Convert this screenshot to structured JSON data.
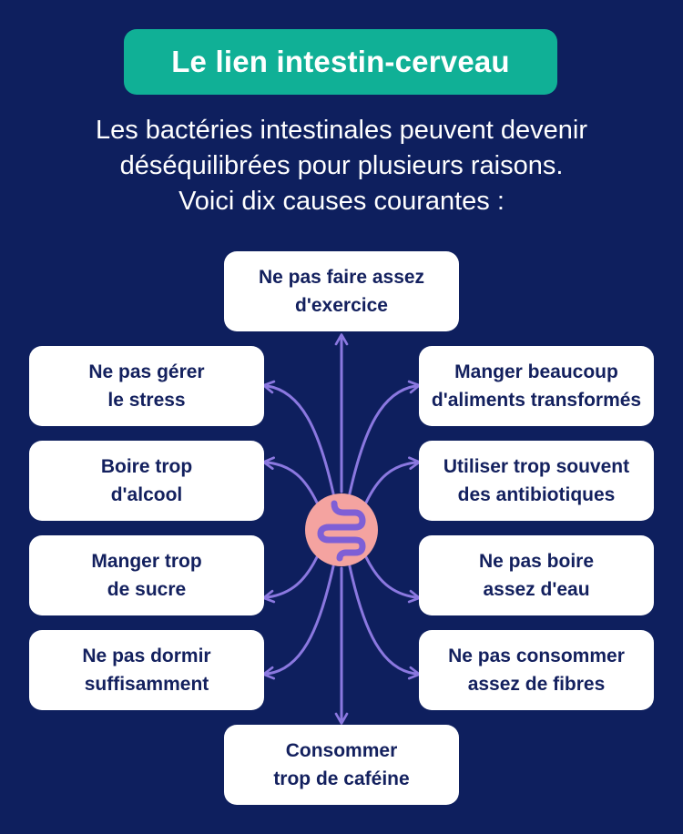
{
  "title": "Le lien intestin-cerveau",
  "subtitle": {
    "line1": "Les bactéries intestinales peuvent devenir",
    "line2": "déséquilibrées pour plusieurs raisons.",
    "line3": "Voici dix causes courantes :"
  },
  "causes": {
    "top": {
      "line1": "Ne pas faire assez",
      "line2": "d'exercice"
    },
    "left1": {
      "line1": "Ne pas gérer",
      "line2": "le stress"
    },
    "left2": {
      "line1": "Boire trop",
      "line2": "d'alcool"
    },
    "left3": {
      "line1": "Manger trop",
      "line2": "de sucre"
    },
    "left4": {
      "line1": "Ne pas dormir",
      "line2": "suffisamment"
    },
    "right1": {
      "line1": "Manger beaucoup",
      "line2": "d'aliments transformés"
    },
    "right2": {
      "line1": "Utiliser trop souvent",
      "line2": "des antibiotiques"
    },
    "right3": {
      "line1": "Ne pas boire",
      "line2": "assez d'eau"
    },
    "right4": {
      "line1": "Ne pas consommer",
      "line2": "assez de fibres"
    },
    "bottom": {
      "line1": "Consommer",
      "line2": "trop de caféine"
    }
  },
  "colors": {
    "background": "#0e1f5e",
    "title_pill": "#10b096",
    "card": "#ffffff",
    "card_text": "#13205e",
    "connector": "#8b78e0",
    "gut_circle": "#f4a3a0",
    "gut_icon": "#7e5fd6"
  },
  "icons": {
    "center": "intestine-icon"
  }
}
